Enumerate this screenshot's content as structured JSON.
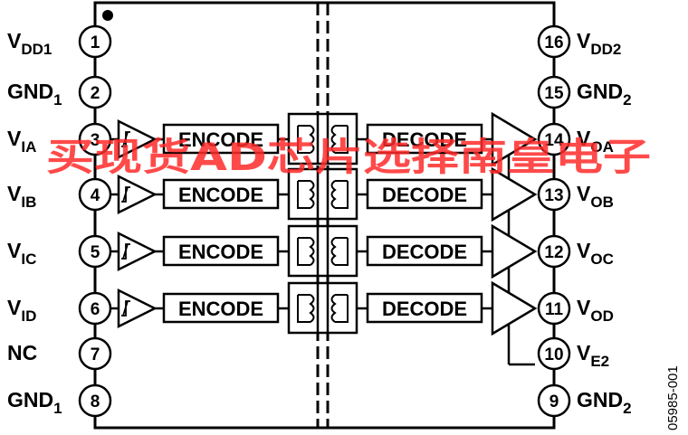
{
  "chip": {
    "encode_label": "ENCODE",
    "decode_label": "DECODE",
    "figure_id": "05985-001",
    "watermark": "买现货AD芯片选择南皇电子"
  },
  "pins_left": [
    {
      "num": "1",
      "main": "V",
      "sub": "DD1"
    },
    {
      "num": "2",
      "main": "GND",
      "sub": "1"
    },
    {
      "num": "3",
      "main": "V",
      "sub": "IA"
    },
    {
      "num": "4",
      "main": "V",
      "sub": "IB"
    },
    {
      "num": "5",
      "main": "V",
      "sub": "IC"
    },
    {
      "num": "6",
      "main": "V",
      "sub": "ID"
    },
    {
      "num": "7",
      "main": "NC",
      "sub": ""
    },
    {
      "num": "8",
      "main": "GND",
      "sub": "1"
    }
  ],
  "pins_right": [
    {
      "num": "16",
      "main": "V",
      "sub": "DD2"
    },
    {
      "num": "15",
      "main": "GND",
      "sub": "2"
    },
    {
      "num": "14",
      "main": "V",
      "sub": "OA"
    },
    {
      "num": "13",
      "main": "V",
      "sub": "OB"
    },
    {
      "num": "12",
      "main": "V",
      "sub": "OC"
    },
    {
      "num": "11",
      "main": "V",
      "sub": "OD"
    },
    {
      "num": "10",
      "main": "V",
      "sub": "E2"
    },
    {
      "num": "9",
      "main": "GND",
      "sub": "2"
    }
  ]
}
